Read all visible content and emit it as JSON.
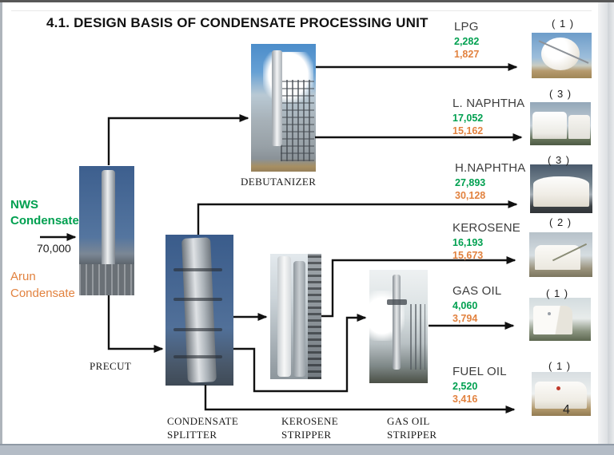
{
  "title": "4.1. DESIGN BASIS OF CONDENSATE PROCESSING UNIT",
  "page_number": "4",
  "colors": {
    "nws_green": "#00A050",
    "arun_orange": "#E2823F",
    "line_black": "#111111"
  },
  "feed": {
    "nws_label_line1": "NWS",
    "nws_label_line2": "Condensate",
    "feed_rate": "70,000",
    "arun_label_line1": "Arun",
    "arun_label_line2": "Condensate"
  },
  "equipment": {
    "precut": "PRECUT",
    "debutanizer": "DEBUTANIZER",
    "splitter_line1": "CONDENSATE",
    "splitter_line2": "SPLITTER",
    "kerosene_stripper_line1": "KEROSENE",
    "kerosene_stripper_line2": "STRIPPER",
    "gasoil_stripper_line1": "GAS OIL",
    "gasoil_stripper_line2": "STRIPPER"
  },
  "products": [
    {
      "name": "LPG",
      "nws_value": "2,282",
      "arun_value": "1,827",
      "tank_count": "( 1 )"
    },
    {
      "name": "L. NAPHTHA",
      "nws_value": "17,052",
      "arun_value": "15,162",
      "tank_count": "( 3 )"
    },
    {
      "name": "H.NAPHTHA",
      "nws_value": "27,893",
      "arun_value": "30,128",
      "tank_count": "( 3 )"
    },
    {
      "name": "KEROSENE",
      "nws_value": "16,193",
      "arun_value": "15,673",
      "tank_count": "( 2 )"
    },
    {
      "name": "GAS OIL",
      "nws_value": "4,060",
      "arun_value": "3,794",
      "tank_count": "( 1 )"
    },
    {
      "name": "FUEL OIL",
      "nws_value": "2,520",
      "arun_value": "3,416",
      "tank_count": "( 1 )"
    }
  ]
}
